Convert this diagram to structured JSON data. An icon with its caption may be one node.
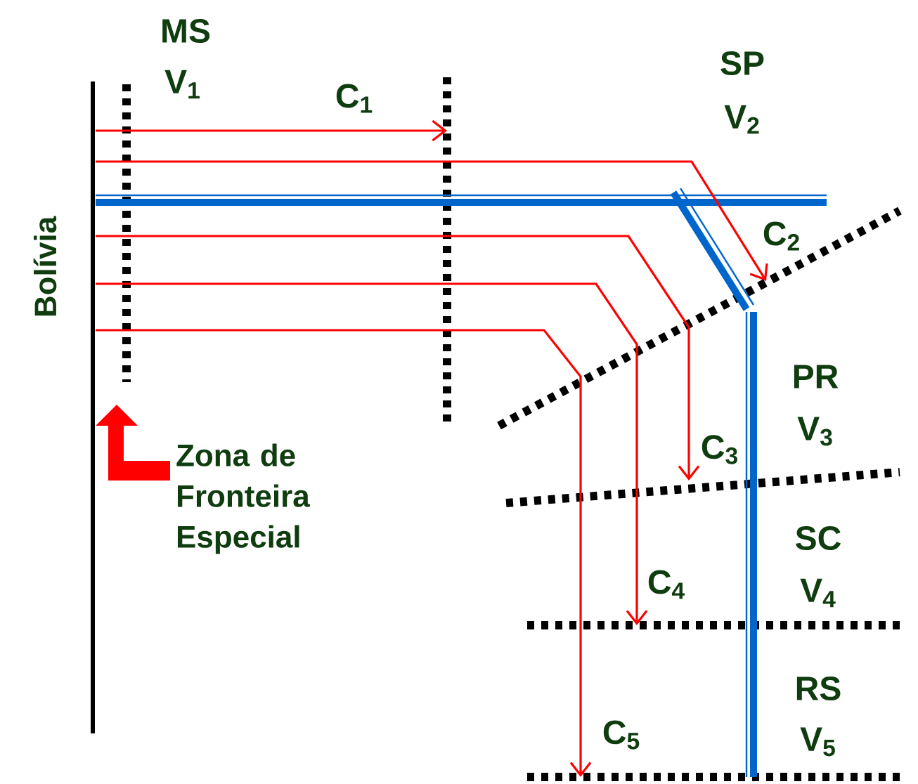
{
  "diagram": {
    "labels": [
      "MS",
      "V$_{1}$",
      "C$_{1}$",
      "SP",
      "V$_{2}$",
      "Bolívia",
      "C$_{2}$",
      "PR",
      "V$_{3}$",
      "C$_{3}$",
      "Zona de Fronteira Especial",
      "SC",
      "V$_{4}$",
      "C$_{4}$",
      "RS",
      "V$_{5}$",
      "C$_{5}$"
    ]
  }
}
